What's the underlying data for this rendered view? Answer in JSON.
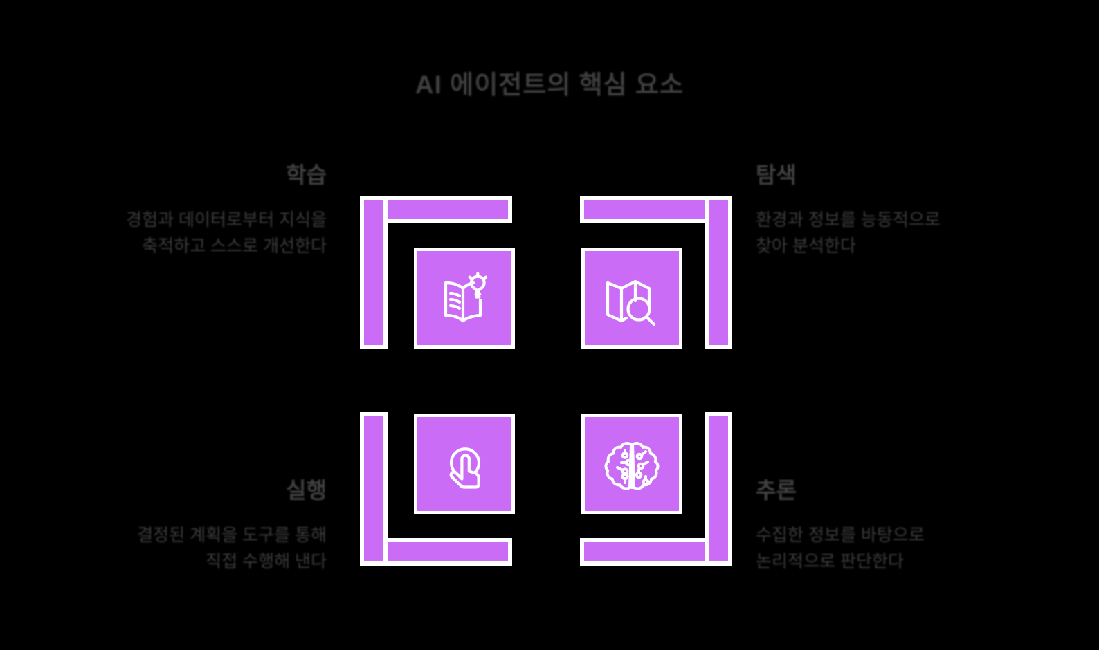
{
  "title": "AI 에이전트의 핵심 요소",
  "theme": {
    "background": "#000000",
    "accent": "#cb6cf6",
    "outline": "#ffffff",
    "text": "#3f3f3f"
  },
  "quadrants": [
    {
      "id": "top-left",
      "icon": "open-book-lightbulb-icon",
      "heading": "학습",
      "body_lines": [
        "경험과 데이터로부터 지식을",
        "축적하고 스스로 개선한다"
      ]
    },
    {
      "id": "top-right",
      "icon": "map-search-icon",
      "heading": "탐색",
      "body_lines": [
        "환경과 정보를 능동적으로",
        "찾아 분석한다"
      ]
    },
    {
      "id": "bottom-left",
      "icon": "tap-gesture-icon",
      "heading": "실행",
      "body_lines": [
        "결정된 계획을 도구를 통해",
        "직접 수행해 낸다"
      ]
    },
    {
      "id": "bottom-right",
      "icon": "brain-circuit-icon",
      "heading": "추론",
      "body_lines": [
        "수집한 정보를 바탕으로",
        "논리적으로 판단한다"
      ]
    }
  ]
}
